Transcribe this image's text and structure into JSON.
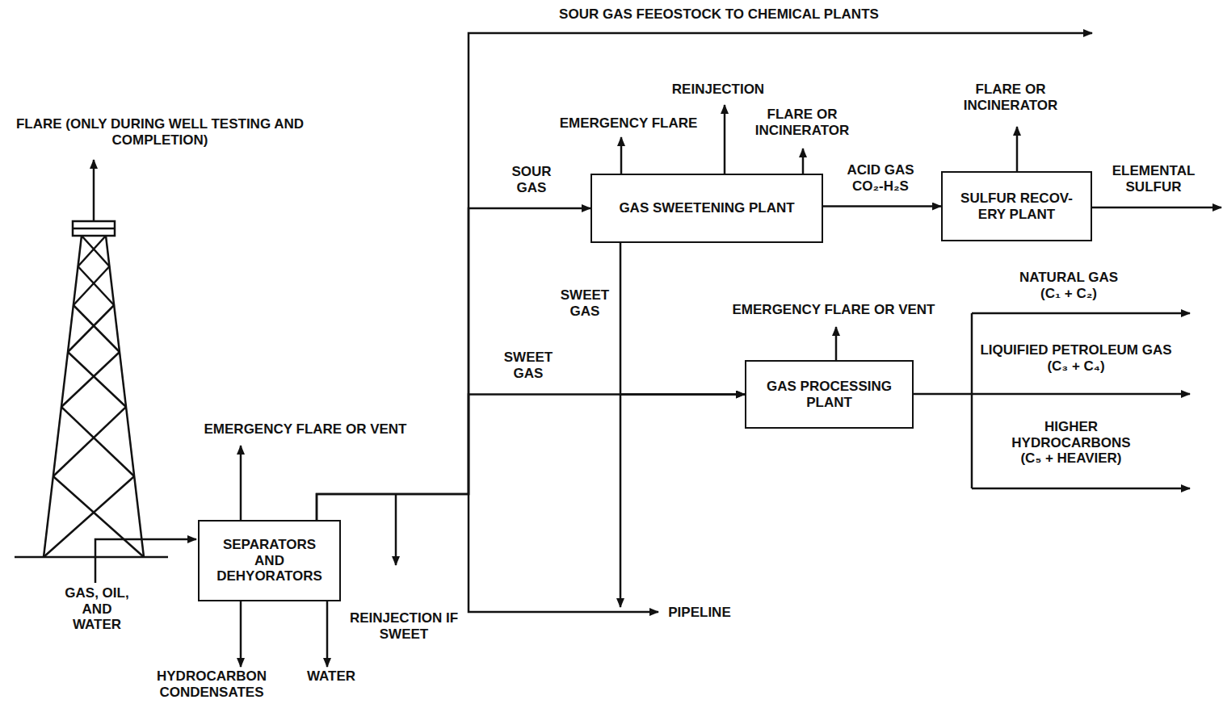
{
  "diagram": {
    "nodes": [
      {
        "text": [
          "SEPARATORS AND DEHYORATORS"
        ]
      },
      {
        "text": [
          "GAS SWEETENING PLANT"
        ]
      },
      {
        "text": [
          "SULFUR RECOV- ERY PLANT"
        ]
      },
      {
        "text": [
          "GAS PROCESSING PLANT"
        ]
      }
    ],
    "edges": [
      {
        "from": 0,
        "to": 1,
        "label": "SOUR GAS",
        "arrow": "to"
      },
      {
        "from": 0,
        "to": 3,
        "label": "SWEET GAS",
        "arrow": "to"
      },
      {
        "from": 1,
        "to": 2,
        "label": "ACID GAS CO₂-H₂S",
        "arrow": "to"
      },
      {
        "from": 1,
        "to": 3,
        "label": "SWEET GAS",
        "arrow": "to"
      }
    ],
    "labels": [
      "SOUR GAS FEEOSTOCK TO CHEMICAL PLANTS",
      "FLARE (ONLY DURING WELL TESTING AND COMPLETION)",
      "GAS, OIL, AND WATER",
      "EMERGENCY FLARE OR VENT",
      "HYDROCARBON CONDENSATES",
      "WATER",
      "REINJECTION IF SWEET",
      "PIPELINE",
      "EMERGENCY FLARE",
      "REINJECTION",
      "FLARE OR INCINERATOR",
      "FLARE OR INCINERATOR",
      "ELEMENTAL SULFUR",
      "EMERGENCY FLARE OR VENT",
      "NATURAL GAS (C₁ + C₂)",
      "LIQUIFIED PETROLEUM GAS (C₃ + C₄)",
      "HIGHER HYDROCARBONS (C₅ + HEAVIER)"
    ]
  }
}
